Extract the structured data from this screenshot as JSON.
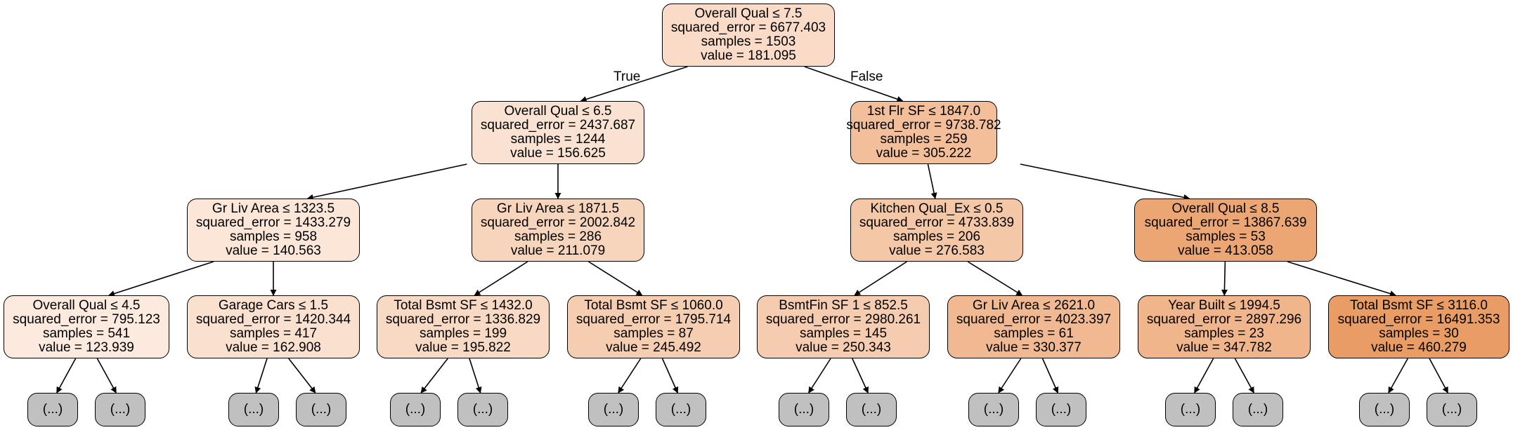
{
  "edge_labels": {
    "true": "True",
    "false": "False"
  },
  "leaf_text": "(...)",
  "nodes": {
    "n0": {
      "split": "Overall Qual ≤ 7.5",
      "error": "squared_error = 6677.403",
      "samples": "samples = 1503",
      "value": "value = 181.095",
      "color": "#f9dbc7"
    },
    "n1": {
      "split": "Overall Qual ≤ 6.5",
      "error": "squared_error = 2437.687",
      "samples": "samples = 1244",
      "value": "value = 156.625",
      "color": "#fae2d2"
    },
    "n2": {
      "split": "1st Flr SF ≤ 1847.0",
      "error": "squared_error = 9738.782",
      "samples": "samples = 259",
      "value": "value = 305.222",
      "color": "#f2bf9a"
    },
    "n3": {
      "split": "Gr Liv Area ≤ 1323.5",
      "error": "squared_error = 1433.279",
      "samples": "samples = 958",
      "value": "value = 140.563",
      "color": "#fbe6d8"
    },
    "n4": {
      "split": "Gr Liv Area ≤ 1871.5",
      "error": "squared_error = 2002.842",
      "samples": "samples = 286",
      "value": "value = 211.079",
      "color": "#f7d5bc"
    },
    "n5": {
      "split": "Kitchen Qual_Ex ≤ 0.5",
      "error": "squared_error = 4733.839",
      "samples": "samples = 206",
      "value": "value = 276.583",
      "color": "#f4c7a6"
    },
    "n6": {
      "split": "Overall Qual ≤ 8.5",
      "error": "squared_error = 13867.639",
      "samples": "samples = 53",
      "value": "value = 413.058",
      "color": "#eca673"
    },
    "n7": {
      "split": "Overall Qual ≤ 4.5",
      "error": "squared_error = 795.123",
      "samples": "samples = 541",
      "value": "value = 123.939",
      "color": "#fceade"
    },
    "n8": {
      "split": "Garage Cars ≤ 1.5",
      "error": "squared_error = 1420.344",
      "samples": "samples = 417",
      "value": "value = 162.908",
      "color": "#fae0cf"
    },
    "n9": {
      "split": "Total Bsmt SF ≤ 1432.0",
      "error": "squared_error = 1336.829",
      "samples": "samples = 199",
      "value": "value = 195.822",
      "color": "#f8d9c3"
    },
    "n10": {
      "split": "Total Bsmt SF ≤ 1060.0",
      "error": "squared_error = 1795.714",
      "samples": "samples = 87",
      "value": "value = 245.492",
      "color": "#f5cdb0"
    },
    "n11": {
      "split": "BsmtFin SF 1 ≤ 852.5",
      "error": "squared_error = 2980.261",
      "samples": "samples = 145",
      "value": "value = 250.343",
      "color": "#f5ccaf"
    },
    "n12": {
      "split": "Gr Liv Area ≤ 2621.0",
      "error": "squared_error = 4023.397",
      "samples": "samples = 61",
      "value": "value = 330.377",
      "color": "#f1b992"
    },
    "n13": {
      "split": "Year Built ≤ 1994.5",
      "error": "squared_error = 2897.296",
      "samples": "samples = 23",
      "value": "value = 347.782",
      "color": "#f0b58b"
    },
    "n14": {
      "split": "Total Bsmt SF ≤ 3116.0",
      "error": "squared_error = 16491.353",
      "samples": "samples = 30",
      "value": "value = 460.279",
      "color": "#e99c64"
    }
  }
}
